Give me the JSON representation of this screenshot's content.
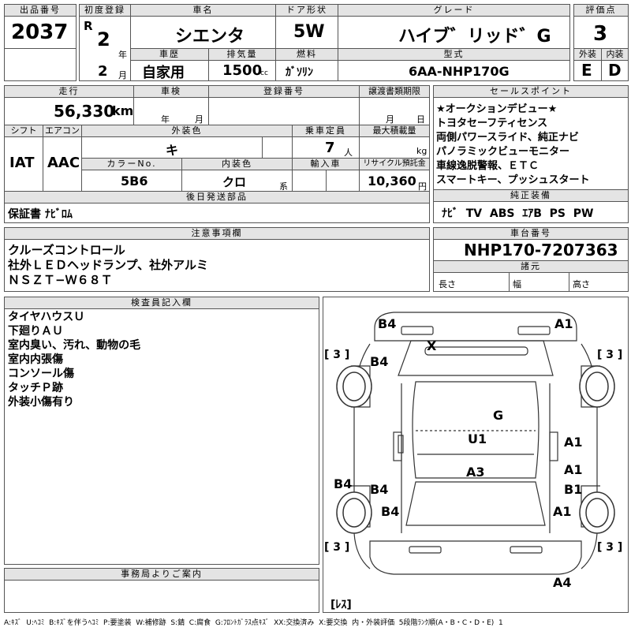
{
  "header_row": {
    "lot_no_label": "出品番号",
    "lot_no": "2037",
    "first_reg_label": "初度登録",
    "era": "R",
    "reg_year": "2",
    "year_unit": "年",
    "reg_month": "2",
    "month_unit": "月",
    "car_name_label": "車名",
    "car_name": "シエンタ",
    "door_label": "ドア形状",
    "door": "5W",
    "grade_label": "グレード",
    "grade": "ハイブ゛リッド゛G",
    "score_label": "評価点",
    "score": "3",
    "history_label": "車歴",
    "history": "自家用",
    "displacement_label": "排気量",
    "displacement": "1500",
    "cc_unit": "cc",
    "fuel_label": "燃料",
    "fuel": "ｶﾞｿﾘﾝ",
    "model_label": "型式",
    "model_code": "6AA-NHP170G",
    "exterior_label": "外装",
    "exterior_grade": "E",
    "interior_label": "内装",
    "interior_grade": "D"
  },
  "info": {
    "mileage_label": "走行",
    "mileage": "56,330",
    "km_unit": "km",
    "inspection_label": "車検",
    "insp_year_unit": "年",
    "insp_month_unit": "月",
    "reg_no_label": "登録番号",
    "transfer_label": "譲渡書類期限",
    "transfer_month_unit": "月",
    "transfer_day_unit": "日",
    "shift_label": "シフト",
    "shift": "IAT",
    "ac_label": "エアコン",
    "ac": "AAC",
    "ext_color_label": "外装色",
    "ext_color": "キ",
    "capacity_label": "乗車定員",
    "capacity": "7",
    "capacity_unit": "人",
    "max_load_label": "最大積載量",
    "max_load_unit": "kg",
    "color_no_label": "カラーNo.",
    "color_no": "5B6",
    "int_color_label": "内装色",
    "int_color": "クロ",
    "int_color_suffix": "系",
    "import_label": "輸入車",
    "recycle_label": "リサイクル預託金",
    "recycle": "10,360",
    "recycle_unit": "円",
    "later_items_label": "後日発送部品",
    "later_items": "保証書 ﾅﾋﾞﾛﾑ"
  },
  "sales_points": {
    "label": "セールスポイント",
    "lines": [
      "★オークションデビュー★",
      "トヨタセーフティセンス",
      "両側パワースライド、純正ナビ",
      "パノラミックビューモニター",
      "車線逸脱警報、ＥＴＣ",
      "スマートキー、プッシュスタート"
    ]
  },
  "equipment": {
    "label": "純正装備",
    "value": "ﾅﾋﾞ  TV  ABS  ｴｱB  PS  PW"
  },
  "notes": {
    "label": "注意事項欄",
    "lines": [
      "クルーズコントロール",
      "社外ＬＥＤヘッドランプ、社外アルミ",
      "ＮＳＺＴ−Ｗ６８Ｔ"
    ]
  },
  "chassis": {
    "label": "車台番号",
    "value": "NHP170-7207363",
    "dims_label": "諸元",
    "length_label": "長さ",
    "width_label": "幅",
    "height_label": "高さ"
  },
  "inspector": {
    "label": "検査員記入欄",
    "lines": [
      "タイヤハウスＵ",
      "下廻りＡＵ",
      "室内臭い、汚れ、動物の毛",
      "室内内張傷",
      "コンソール傷",
      "タッチＰ跡",
      "外装小傷有り"
    ]
  },
  "office": {
    "label": "事務局よりご案内"
  },
  "diagram": {
    "b4_front_left": "B4",
    "a1_front_right": "A1",
    "x_windshield": "X",
    "b4_left_front": "B4",
    "g_roof": "G",
    "u1_roof": "U1",
    "a1_right_1": "A1",
    "a3_roof": "A3",
    "a1_right_2": "A1",
    "b4_left_rear": "B4",
    "b4_left_sill": "B4",
    "b1_right": "B1",
    "b4_left_door": "B4",
    "a1_right_rear": "A1",
    "a4_rear": "A4",
    "tire_fl": "[ 3 ]",
    "tire_fr": "[ 3 ]",
    "tire_rl": "[ 3 ]",
    "tire_rr": "[ 3 ]",
    "spare": "[ﾚｽ]"
  },
  "legend": "A:ｷｽﾞ  U:ﾍｺﾐ  B:ｷｽﾞを伴うﾍｺﾐ  P:要塗装  W:補修跡  S:錆  C:腐食  G:ﾌﾛﾝﾄｶﾞﾗｽ点ｷｽﾞ  XX:交換済み  X:要交換  内・外装評価  5段階ﾗﾝｸ順(A・B・C・D・E)  1"
}
